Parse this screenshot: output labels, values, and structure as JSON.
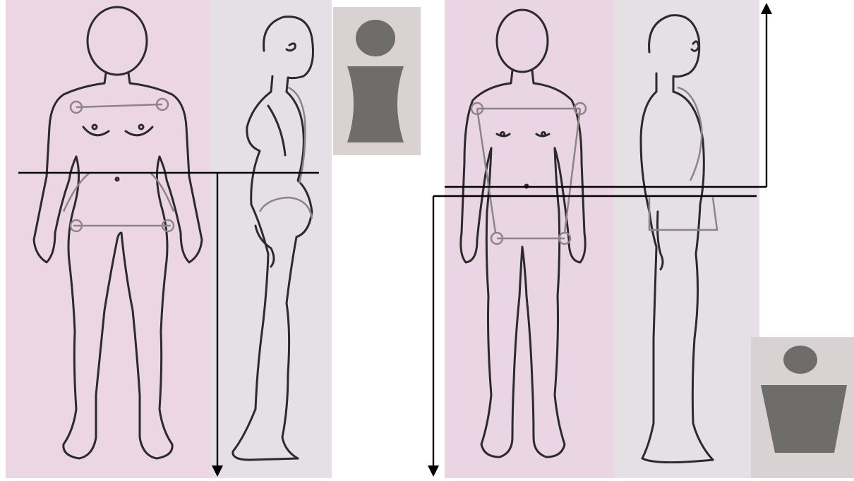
{
  "colors": {
    "page_background": "#ffffff",
    "panel_pink": "#ecd5e6",
    "panel_grey_pink": "#e6dfe6",
    "outline": "#2a2a2a",
    "measure_line": "#8a8a8a",
    "thumb_bg": "#d8d3d2",
    "thumb_shape": "#6f6c6c",
    "arrow": "#000000"
  },
  "figures": [
    {
      "id": "female-front",
      "sex": "female",
      "view": "front",
      "body_shape": "hourglass"
    },
    {
      "id": "female-side",
      "sex": "female",
      "view": "side"
    },
    {
      "id": "male-front",
      "sex": "male",
      "view": "front",
      "body_shape": "inverted-triangle"
    },
    {
      "id": "male-side",
      "sex": "male",
      "view": "side"
    }
  ],
  "shape_icons": [
    {
      "id": "hourglass-icon",
      "shape": "hourglass"
    },
    {
      "id": "inverted-trapezoid-icon",
      "shape": "inverted-trapezoid"
    }
  ],
  "arrows": [
    {
      "id": "female-waist-arrow",
      "direction": "down"
    },
    {
      "id": "male-up-arrow",
      "direction": "up"
    },
    {
      "id": "male-down-arrow",
      "direction": "down"
    }
  ]
}
